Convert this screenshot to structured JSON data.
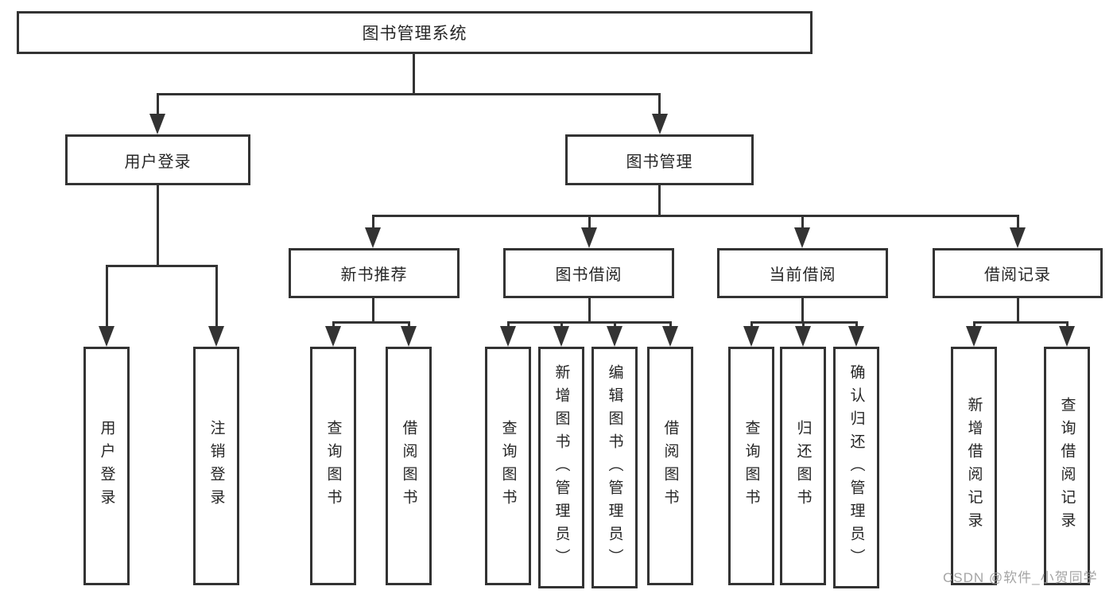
{
  "tree": {
    "root": {
      "label": "图书管理系统"
    },
    "branches": [
      {
        "label": "用户登录",
        "children": [
          {
            "label": "用户登录"
          },
          {
            "label": "注销登录"
          }
        ]
      },
      {
        "label": "图书管理",
        "children": [
          {
            "label": "新书推荐",
            "children": [
              {
                "label": "查询图书"
              },
              {
                "label": "借阅图书"
              }
            ]
          },
          {
            "label": "图书借阅",
            "children": [
              {
                "label": "查询图书"
              },
              {
                "label": "新增图书（管理员）"
              },
              {
                "label": "编辑图书（管理员）"
              },
              {
                "label": "借阅图书"
              }
            ]
          },
          {
            "label": "当前借阅",
            "children": [
              {
                "label": "查询图书"
              },
              {
                "label": "归还图书"
              },
              {
                "label": "确认归还（管理员）"
              }
            ]
          },
          {
            "label": "借阅记录",
            "children": [
              {
                "label": "新增借阅记录"
              },
              {
                "label": "查询借阅记录"
              }
            ]
          }
        ]
      }
    ]
  },
  "watermark": {
    "text": "CSDN @软件_小贺同学"
  },
  "colors": {
    "line": "#333333",
    "text": "#262626",
    "watermark": "#9b9b9b",
    "background": "#ffffff"
  }
}
